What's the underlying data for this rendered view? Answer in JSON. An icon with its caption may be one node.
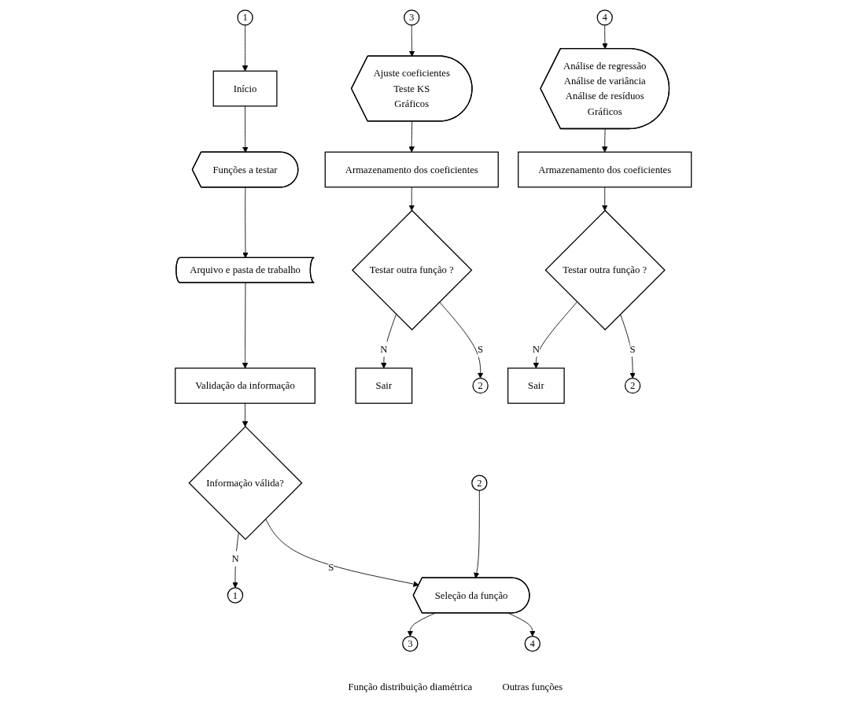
{
  "diagram": {
    "nodes": [
      {
        "text": [
          "1"
        ]
      },
      {
        "text": [
          "Início"
        ]
      },
      {
        "text": [
          "Funções a testar"
        ]
      },
      {
        "text": [
          "Arquivo e pasta de trabalho"
        ]
      },
      {
        "text": [
          "Validação da informação"
        ]
      },
      {
        "text": [
          "Informação válida?"
        ]
      },
      {
        "text": [
          "1"
        ]
      },
      {
        "text": [
          "2"
        ]
      },
      {
        "text": [
          "Seleção da função"
        ]
      },
      {
        "text": [
          "3"
        ],
        "beside": [
          "Função distribuição diamétrica"
        ]
      },
      {
        "text": [
          "4"
        ],
        "beside": [
          "Outras funções"
        ]
      },
      {
        "text": [
          "3"
        ]
      },
      {
        "text": [
          "Ajuste coeficientes",
          "Teste KS",
          "Gráficos"
        ]
      },
      {
        "text": [
          "Armazenamento dos coeficientes"
        ]
      },
      {
        "text": [
          "Testar outra função ?"
        ]
      },
      {
        "text": [
          "Sair"
        ]
      },
      {
        "text": [
          "2"
        ]
      },
      {
        "text": [
          "4"
        ]
      },
      {
        "text": [
          "Análise de regressão",
          "Análise de variância",
          "Análise de resíduos",
          "Gráficos"
        ]
      },
      {
        "text": [
          "Armazenamento dos coeficientes"
        ]
      },
      {
        "text": [
          "Testar outra função ?"
        ]
      },
      {
        "text": [
          "Sair"
        ]
      },
      {
        "text": [
          "2"
        ]
      }
    ],
    "edges": [
      {
        "from": 0,
        "to": 1,
        "arrow": "to"
      },
      {
        "from": 1,
        "to": 2,
        "arrow": "to"
      },
      {
        "from": 2,
        "to": 3,
        "arrow": "to"
      },
      {
        "from": 3,
        "to": 4,
        "arrow": "to"
      },
      {
        "from": 4,
        "to": 5,
        "arrow": "to"
      },
      {
        "from": 5,
        "to": 6,
        "arrow": "to",
        "label": "N"
      },
      {
        "from": 5,
        "to": 8,
        "arrow": "to",
        "label": "S"
      },
      {
        "from": 7,
        "to": 8,
        "arrow": "to"
      },
      {
        "from": 8,
        "to": 9,
        "arrow": "to"
      },
      {
        "from": 8,
        "to": 10,
        "arrow": "to"
      },
      {
        "from": 11,
        "to": 12,
        "arrow": "to"
      },
      {
        "from": 12,
        "to": 13,
        "arrow": "to"
      },
      {
        "from": 13,
        "to": 14,
        "arrow": "to"
      },
      {
        "from": 14,
        "to": 15,
        "arrow": "to",
        "label": "N"
      },
      {
        "from": 14,
        "to": 16,
        "arrow": "to",
        "label": "S"
      },
      {
        "from": 17,
        "to": 18,
        "arrow": "to"
      },
      {
        "from": 18,
        "to": 19,
        "arrow": "to"
      },
      {
        "from": 19,
        "to": 20,
        "arrow": "to"
      },
      {
        "from": 20,
        "to": 21,
        "arrow": "to",
        "label": "N"
      },
      {
        "from": 20,
        "to": 22,
        "arrow": "to",
        "label": "S"
      }
    ]
  }
}
